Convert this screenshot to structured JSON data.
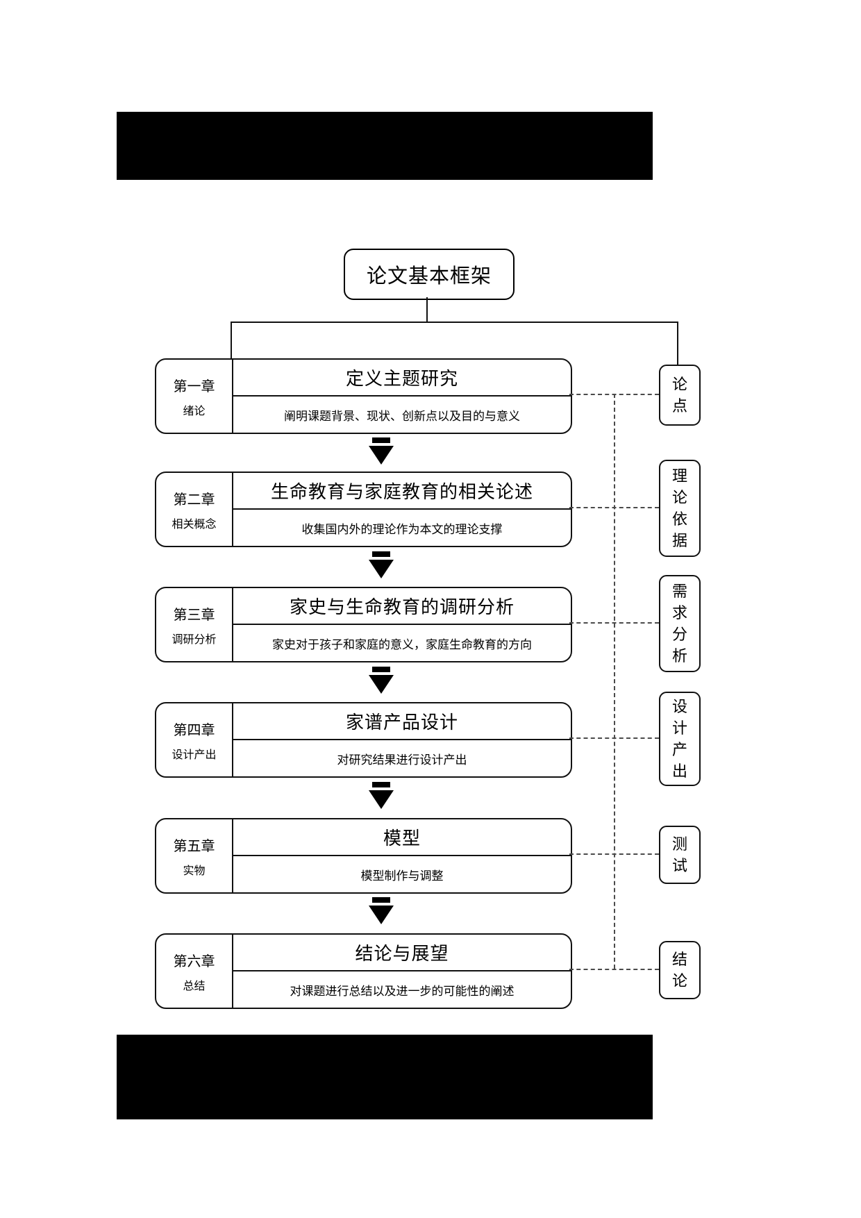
{
  "diagram": {
    "title": "论文基本框架"
  },
  "rows": [
    {
      "chapter": "第一章",
      "chapter_label": "绪论",
      "title": "定义主题研究",
      "subtitle": "阐明课题背景、现状、创新点以及目的与意义",
      "side_label": "论点"
    },
    {
      "chapter": "第二章",
      "chapter_label": "相关概念",
      "title": "生命教育与家庭教育的相关论述",
      "subtitle": "收集国内外的理论作为本文的理论支撑",
      "side_label": "理论依据"
    },
    {
      "chapter": "第三章",
      "chapter_label": "调研分析",
      "title": "家史与生命教育的调研分析",
      "subtitle": "家史对于孩子和家庭的意义，家庭生命教育的方向",
      "side_label": "需求分析"
    },
    {
      "chapter": "第四章",
      "chapter_label": "设计产出",
      "title": "家谱产品设计",
      "subtitle": "对研究结果进行设计产出",
      "side_label": "设计产出"
    },
    {
      "chapter": "第五章",
      "chapter_label": "实物",
      "title": "模型",
      "subtitle": "模型制作与调整",
      "side_label": "测试"
    },
    {
      "chapter": "第六章",
      "chapter_label": "总结",
      "title": "结论与展望",
      "subtitle": "对课题进行总结以及进一步的可能性的阐述",
      "side_label": "结论"
    }
  ],
  "colors": {
    "line": "#000000",
    "dash": "#4a4a4a",
    "bar": "#000000",
    "background": "#ffffff"
  }
}
